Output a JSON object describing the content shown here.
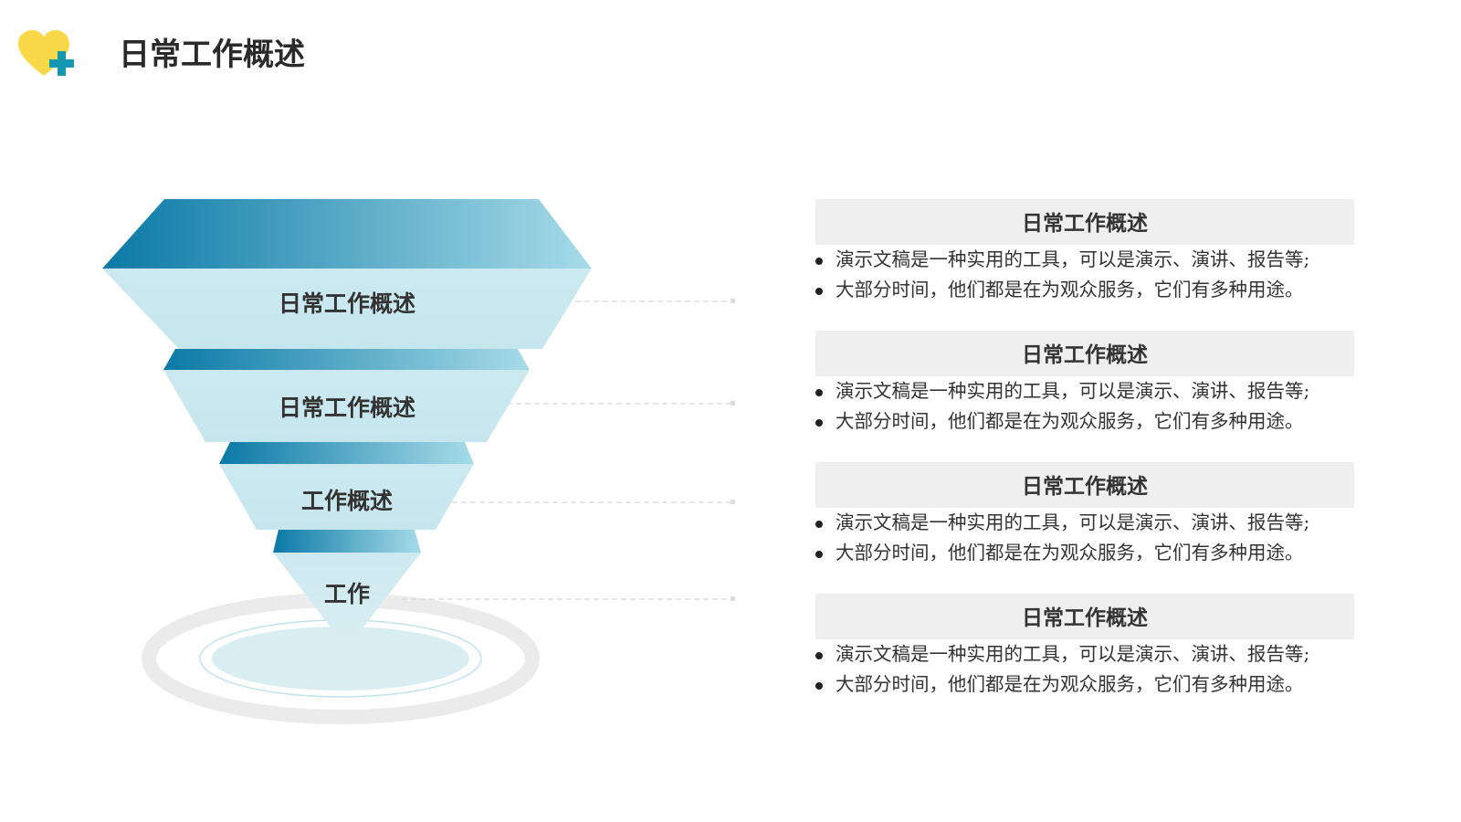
{
  "header": {
    "title": "日常工作概述",
    "logo_icon": "heart-plus-icon",
    "logo_colors": {
      "heart": "#f9d84a",
      "plus": "#1497b3"
    }
  },
  "funnel": {
    "levels": [
      {
        "label": "日常工作概述"
      },
      {
        "label": "日常工作概述"
      },
      {
        "label": "工作概述"
      },
      {
        "label": "工作"
      }
    ],
    "colors": {
      "dark": "#0a79a6",
      "light": "#a7dbe8",
      "face": "#cde9f0",
      "base_ring": "#e5e5e5"
    }
  },
  "info": {
    "items": [
      {
        "title": "日常工作概述",
        "lines": [
          "演示文稿是一种实用的工具，可以是演示、演讲、报告等;",
          "大部分时间，他们都是在为观众服务，它们有多种用途。"
        ]
      },
      {
        "title": "日常工作概述",
        "lines": [
          "演示文稿是一种实用的工具，可以是演示、演讲、报告等;",
          "大部分时间，他们都是在为观众服务，它们有多种用途。"
        ]
      },
      {
        "title": "日常工作概述",
        "lines": [
          "演示文稿是一种实用的工具，可以是演示、演讲、报告等;",
          "大部分时间，他们都是在为观众服务，它们有多种用途。"
        ]
      },
      {
        "title": "日常工作概述",
        "lines": [
          "演示文稿是一种实用的工具，可以是演示、演讲、报告等;",
          "大部分时间，他们都是在为观众服务，它们有多种用途。"
        ]
      }
    ]
  }
}
